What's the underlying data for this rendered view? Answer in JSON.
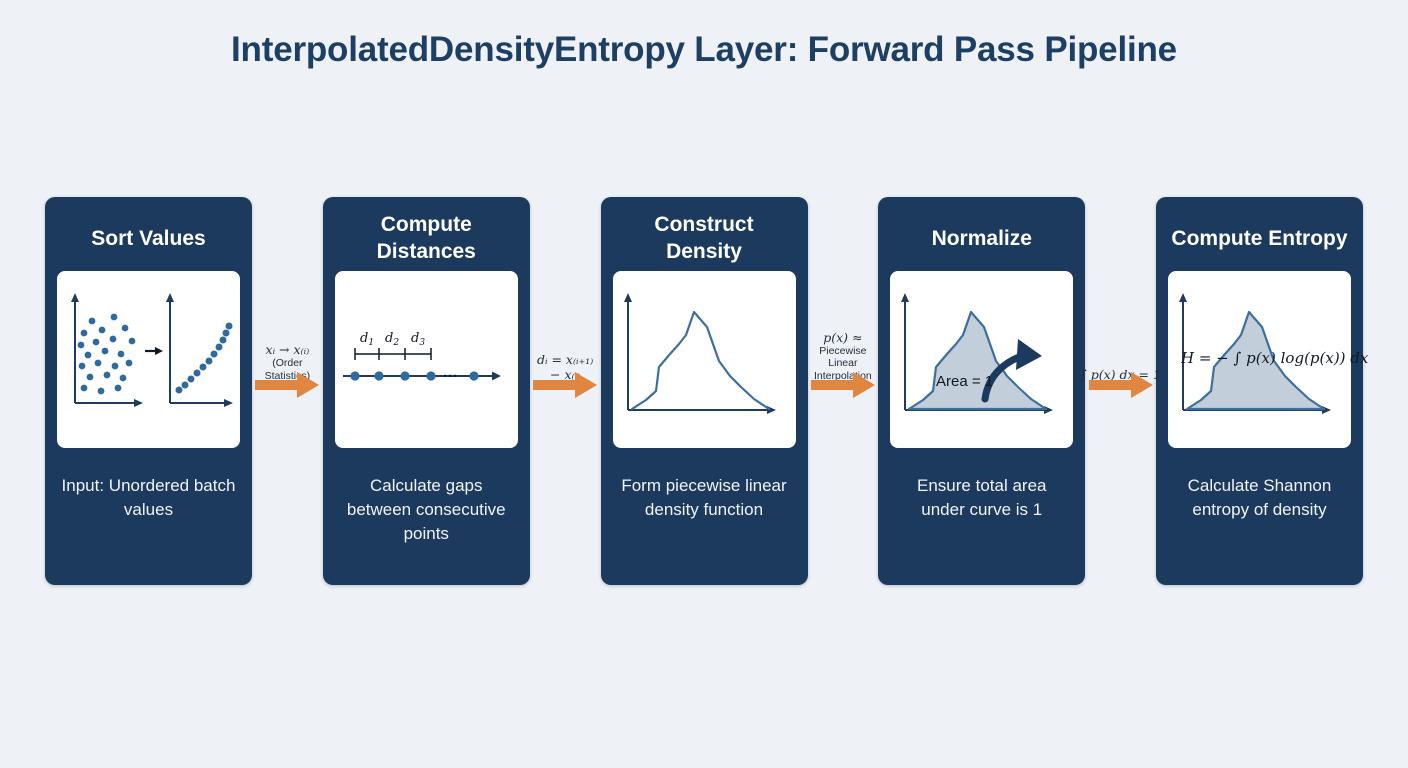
{
  "title": "InterpolatedDensityEntropy Layer: Forward Pass Pipeline",
  "colors": {
    "background": "#eef1f6",
    "card_navy": "#1b3a5e",
    "title_navy": "#1d3f63",
    "arrow_orange": "#e08640",
    "curve_blue": "#3d6f9e",
    "fill_blue": "#c2ced9",
    "dot_blue": "#2e6a9e",
    "axis_navy": "#1f3c5c",
    "panel_white": "#ffffff"
  },
  "stages": [
    {
      "id": "sort-values",
      "title": "Sort Values",
      "caption": "Input: Unordered batch values",
      "figure": "scatter-to-sorted-diagram"
    },
    {
      "id": "compute-distances",
      "title": "Compute Distances",
      "caption": "Calculate gaps between consecutive points",
      "figure": "number-line-gaps-diagram",
      "gap_labels": [
        "d1",
        "d2",
        "d3"
      ],
      "ellipsis": "..."
    },
    {
      "id": "construct-density",
      "title": "Construct Density",
      "caption": "Form piecewise linear density function",
      "figure": "density-curve-outline-diagram"
    },
    {
      "id": "normalize",
      "title": "Normalize",
      "caption": "Ensure total area under curve is 1",
      "figure": "filled-density-with-area-label",
      "annotation": "Area = 1"
    },
    {
      "id": "compute-entropy",
      "title": "Compute Entropy",
      "caption": "Calculate Shannon entropy of density",
      "figure": "filled-density-with-entropy-formula",
      "formula": "H = − ∫ p(x) log(p(x)) dx"
    }
  ],
  "connectors": [
    {
      "id": "connector-sort-to-distances",
      "formula": "xᵢ → x₍ᵢ₎",
      "sub_lines": [
        "(Order",
        "Statistics)"
      ]
    },
    {
      "id": "connector-distances-to-density",
      "formula_lines": [
        "dᵢ = x₍ᵢ₊₁₎",
        "− x₍ᵢ₎"
      ],
      "sub_lines": []
    },
    {
      "id": "connector-density-to-normalize",
      "formula": "p(x) ≈",
      "sub_lines": [
        "Piecewise",
        "Linear",
        "Interpolation"
      ]
    },
    {
      "id": "connector-normalize-to-entropy",
      "formula": "∫ p(x) dx = 1",
      "sub_lines": []
    }
  ]
}
